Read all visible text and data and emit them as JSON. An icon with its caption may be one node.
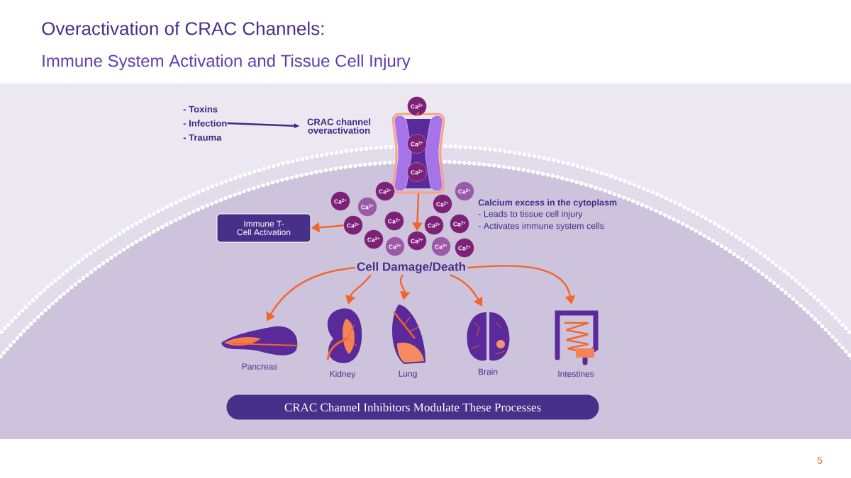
{
  "diagram": {
    "title": "Overactivation of CRAC Channels:",
    "nodes": [
      {
        "text": [
          "- Toxins",
          "- Infection",
          "- Trauma"
        ]
      },
      {
        "text": [
          "CRAC channel overactivation"
        ]
      },
      {
        "text": [],
        "shape": "picture"
      },
      {
        "text": [
          "Immune T-Cell Activation"
        ]
      },
      {
        "text": [
          "Cell Damage/Death"
        ]
      },
      {
        "text": [],
        "shape": "picture",
        "beside": [
          "Pancreas"
        ]
      },
      {
        "text": [],
        "shape": "picture",
        "beside": [
          "Kidney"
        ]
      },
      {
        "text": [],
        "shape": "picture",
        "beside": [
          "Lung"
        ]
      },
      {
        "text": [],
        "shape": "picture",
        "beside": [
          "Brain"
        ]
      },
      {
        "text": [],
        "shape": "picture",
        "beside": [
          "Intestines"
        ]
      },
      {
        "text": [
          "CRAC Channel Inhibitors Modulate These Processes"
        ]
      },
      {
        "text": [
          "Ca$^{2+}$"
        ]
      },
      {
        "text": [
          "Ca$^{2+}$"
        ],
        "in": 2
      },
      {
        "text": [
          "Ca$^{2+}$"
        ],
        "in": 2
      },
      {
        "text": [
          "Ca$^{2+}$"
        ]
      },
      {
        "text": [
          "Ca$^{2+}$"
        ]
      },
      {
        "text": [
          "Ca$^{2+}$"
        ]
      },
      {
        "text": [
          "Ca$^{2+}$"
        ]
      },
      {
        "text": [
          "Ca$^{2+}$"
        ]
      },
      {
        "text": [
          "Ca$^{2+}$"
        ]
      },
      {
        "text": [
          "Ca$^{2+}$"
        ]
      },
      {
        "text": [
          "Ca$^{2+}$"
        ]
      },
      {
        "text": [
          "Ca$^{2+}$"
        ]
      },
      {
        "text": [
          "Ca$^{2+}$"
        ]
      },
      {
        "text": [
          "Ca$^{2+}$"
        ]
      },
      {
        "text": [
          "Ca$^{2+}$"
        ]
      },
      {
        "text": [
          "Ca$^{2+}$"
        ]
      },
      {
        "text": [
          "Ca$^{2+}$"
        ]
      }
    ],
    "edges": [
      {
        "from": 0,
        "to": 1,
        "arrow": "to",
        "color": "#3d2b85"
      },
      {
        "from": 2,
        "to": 23,
        "arrow": "to"
      },
      {
        "from": 17,
        "to": 3,
        "arrow": "to"
      },
      {
        "from": 4,
        "to": 5,
        "arrow": "to"
      },
      {
        "from": 4,
        "to": 6,
        "arrow": "to"
      },
      {
        "from": 4,
        "to": 7,
        "arrow": "to"
      },
      {
        "from": 4,
        "to": 8,
        "arrow": "to"
      },
      {
        "from": 4,
        "to": 9,
        "arrow": "to"
      },
      {
        "from": 11,
        "to": 2,
        "arrow": "none"
      }
    ],
    "labels": [
      "Immune System Activation and Tissue Cell Injury",
      "Calcium excess in the cytoplasm",
      "- Leads to tissue cell injury",
      "- Activates immune system cells",
      "5"
    ]
  }
}
